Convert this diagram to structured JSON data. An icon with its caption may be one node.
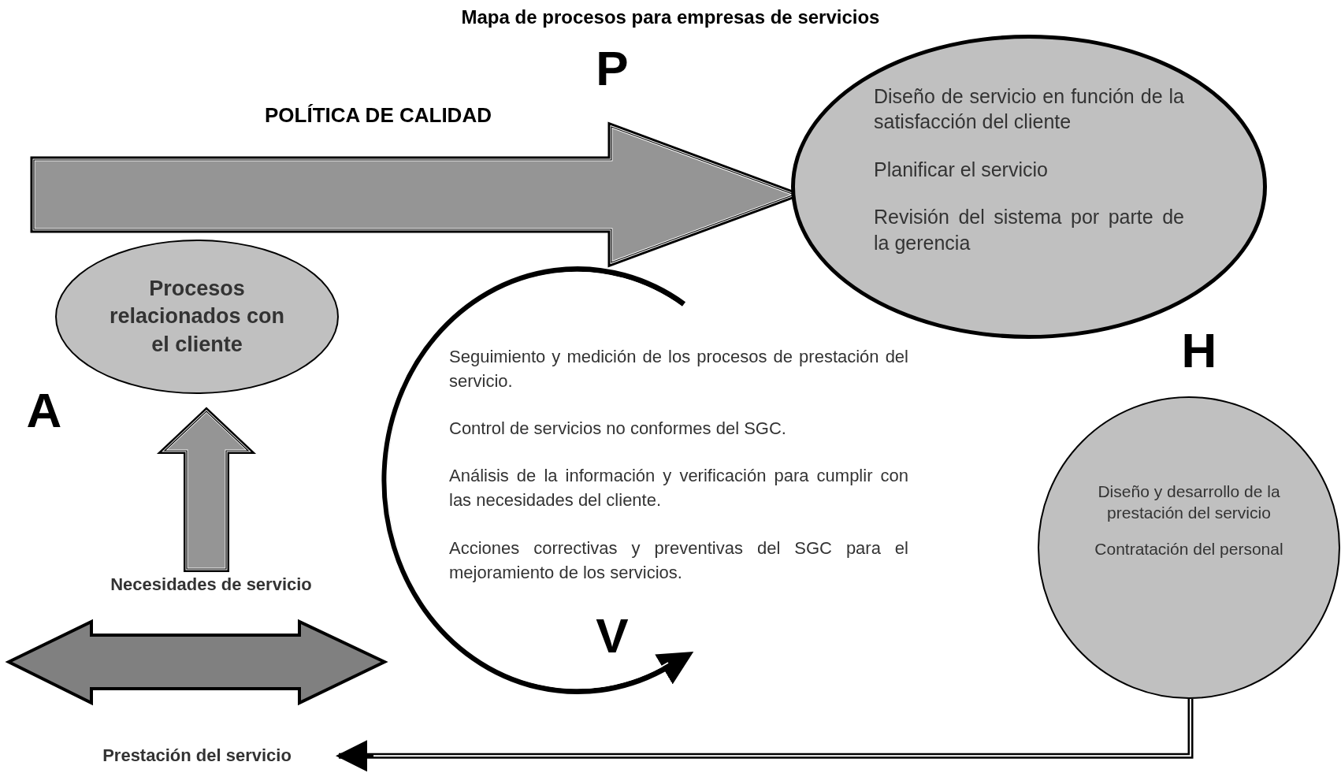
{
  "diagram": {
    "title": "Mapa de procesos para empresas de servicios",
    "nodes": [
      {
        "text": [
          "Procesos relacionados con el cliente"
        ]
      },
      {
        "text": [
          "Diseño de servicio en función de la satisfacción del cliente",
          "Planificar el servicio",
          "Revisión del sistema por parte de la gerencia"
        ]
      },
      {
        "text": [
          "Diseño y desarrollo de la prestación del servicio",
          "Contratación del personal"
        ]
      },
      {
        "text": [
          "Necesidades de servicio"
        ]
      },
      {
        "text": [
          "Prestación del servicio"
        ]
      }
    ],
    "edges": [
      {
        "from": null,
        "to": 1,
        "arrow": "to",
        "style": "thick"
      },
      {
        "from": 3,
        "to": 0,
        "arrow": "to",
        "style": "thick"
      },
      {
        "from": 2,
        "to": 4,
        "arrow": "to"
      }
    ],
    "labels": [
      "P",
      "POLÍTICA DE CALIDAD",
      "H",
      "A",
      "Seguimiento y medición de los procesos de prestación del servicio.",
      "Control de servicios no conformes del SGC.",
      "Análisis de la información y verificación para cumplir con las necesidades del cliente.",
      "Acciones correctivas y preventivas del SGC para el mejoramiento de los servicios.",
      "V"
    ]
  }
}
